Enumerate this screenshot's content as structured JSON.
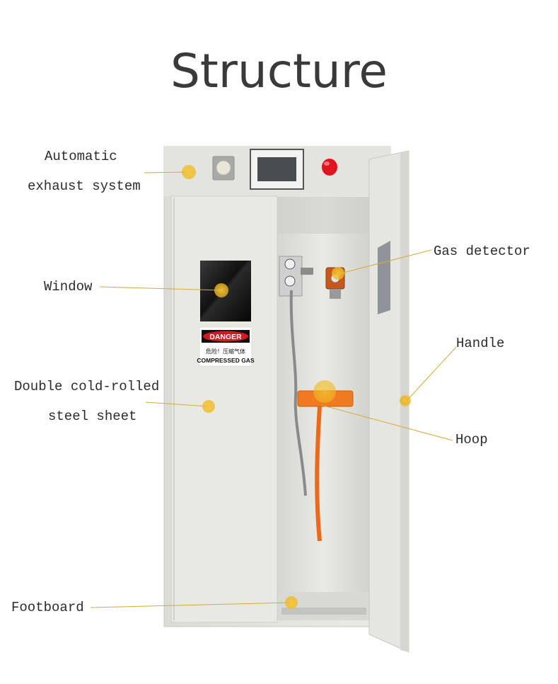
{
  "title": "Structure",
  "labels": {
    "exhaust_line1": "Automatic",
    "exhaust_line2": "exhaust system",
    "window": "Window",
    "sheet_line1": "Double cold-rolled",
    "sheet_line2": "steel sheet",
    "footboard": "Footboard",
    "gas_detector": "Gas detector",
    "handle": "Handle",
    "hoop": "Hoop"
  },
  "sign": {
    "danger": "DANGER",
    "chinese": "危险！压缩气体",
    "english": "COMPRESSED GAS"
  },
  "colors": {
    "cabinet": "#e6e6e0",
    "accent_dot": "#f2c230",
    "leader_line": "#d8a838",
    "hoop": "#f07a22",
    "alarm": "#e0141e",
    "danger_red": "#d4191e"
  }
}
